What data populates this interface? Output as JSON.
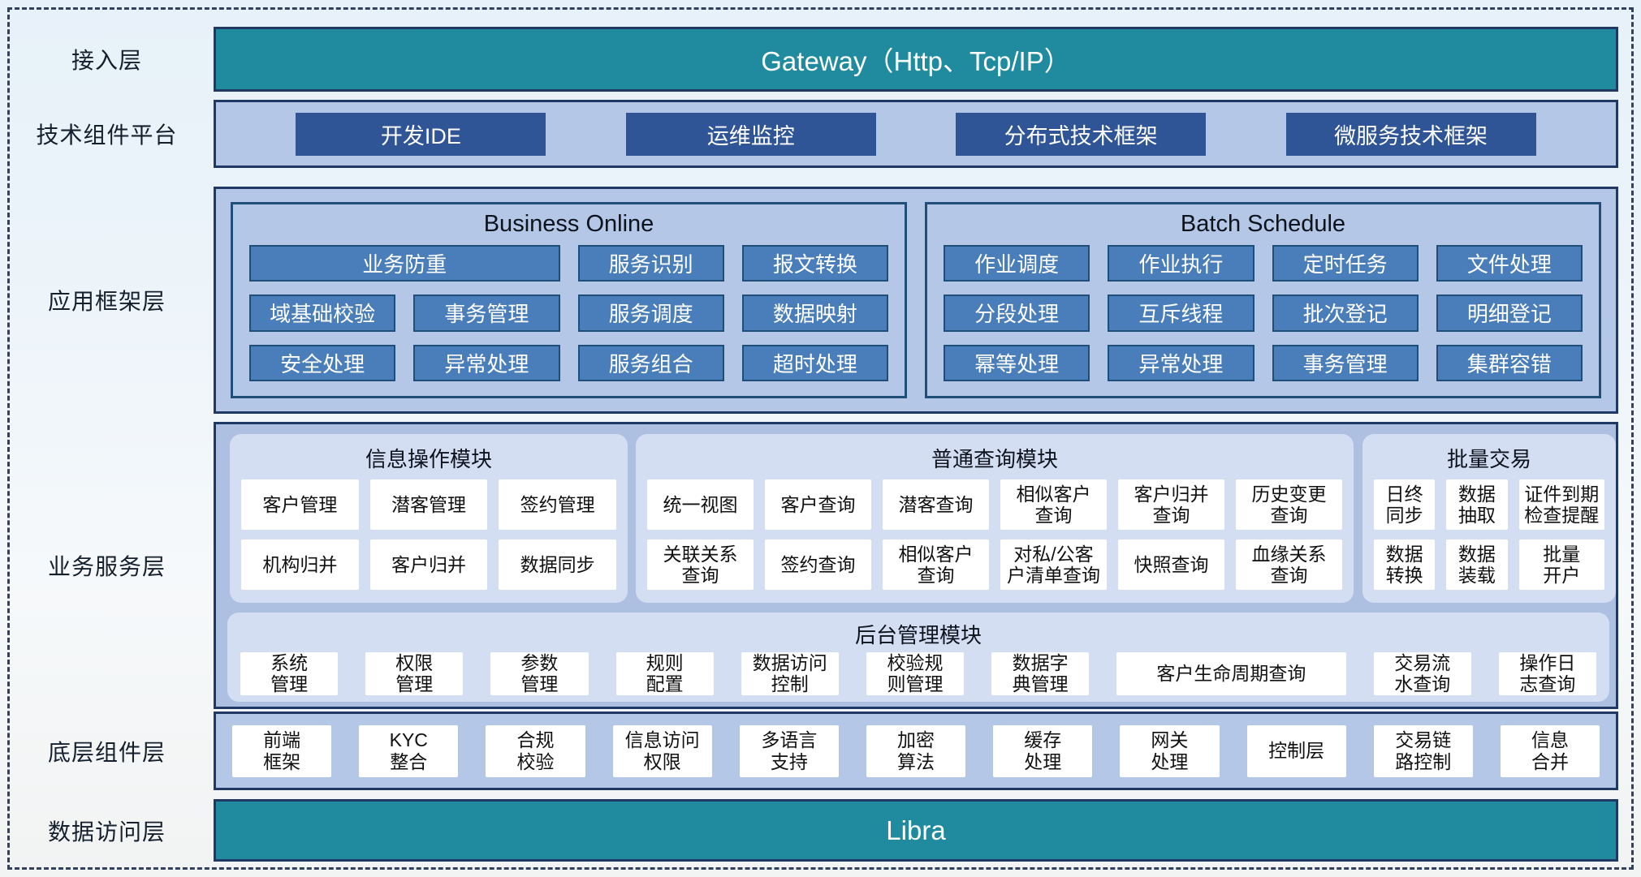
{
  "colors": {
    "teal": "#208a9e",
    "band_fill": "#b4c7e7",
    "service_band_fill": "#aec0e2",
    "module_fill": "#d4def2",
    "navy_button": "#2f5597",
    "blue_button": "#4a7ebb",
    "dark_border": "#203864",
    "panel_border": "#1f4e78"
  },
  "layers": {
    "access": {
      "label": "接入层",
      "title": "Gateway（Http、Tcp/IP）"
    },
    "tech_platform": {
      "label": "技术组件平台",
      "items": [
        "开发IDE",
        "运维监控",
        "分布式技术框架",
        "微服务技术框架"
      ]
    },
    "app_framework": {
      "label": "应用框架层",
      "panels": {
        "business_online": {
          "title": "Business Online",
          "items": [
            {
              "label": "业务防重",
              "span": 2
            },
            "服务识别",
            "报文转换",
            "域基础校验",
            "事务管理",
            "服务调度",
            "数据映射",
            "安全处理",
            "异常处理",
            "服务组合",
            "超时处理"
          ]
        },
        "batch_schedule": {
          "title": "Batch Schedule",
          "items": [
            "作业调度",
            "作业执行",
            "定时任务",
            "文件处理",
            "分段处理",
            "互斥线程",
            "批次登记",
            "明细登记",
            "幂等处理",
            "异常处理",
            "事务管理",
            "集群容错"
          ]
        }
      }
    },
    "business_service": {
      "label": "业务服务层",
      "modules": {
        "info_ops": {
          "title": "信息操作模块",
          "items": [
            "客户管理",
            "潜客管理",
            "签约管理",
            "机构归并",
            "客户归并",
            "数据同步"
          ]
        },
        "common_query": {
          "title": "普通查询模块",
          "items": [
            "统一视图",
            "客户查询",
            "潜客查询",
            "相似客户\n查询",
            "客户归并\n查询",
            "历史变更\n查询",
            "关联关系\n查询",
            "签约查询",
            "相似客户\n查询",
            "对私/公客\n户清单查询",
            "快照查询",
            "血缘关系\n查询"
          ]
        },
        "batch_trade": {
          "title": "批量交易",
          "items": [
            "日终\n同步",
            "数据\n抽取",
            "证件到期\n检查提醒",
            "数据\n转换",
            "数据\n装载",
            "批量\n开户"
          ]
        },
        "admin": {
          "title": "后台管理模块",
          "items": [
            "系统\n管理",
            "权限\n管理",
            "参数\n管理",
            "规则\n配置",
            "数据访问\n控制",
            "校验规\n则管理",
            "数据字\n典管理",
            {
              "label": "客户生命周期查询",
              "wide": true
            },
            "交易流\n水查询",
            "操作日\n志查询"
          ]
        }
      }
    },
    "base_components": {
      "label": "底层组件层",
      "items": [
        "前端\n框架",
        "KYC\n整合",
        "合规\n校验",
        "信息访问\n权限",
        "多语言\n支持",
        "加密\n算法",
        "缓存\n处理",
        "网关\n处理",
        "控制层",
        "交易链\n路控制",
        "信息\n合并"
      ]
    },
    "data_access": {
      "label": "数据访问层",
      "title": "Libra"
    }
  }
}
